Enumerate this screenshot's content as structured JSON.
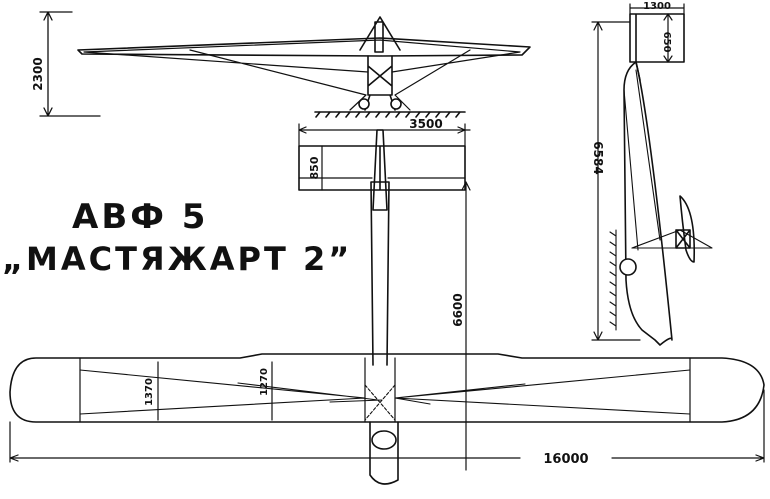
{
  "title": {
    "line1": "АВФ 5",
    "line2": "„МАСТЯЖАРТ 2”"
  },
  "dimensions": {
    "height": "2300",
    "tail_span": "3500",
    "tail_chord": "850",
    "fuselage_length": "6600",
    "wing_chord_outer": "1370",
    "wing_chord_inner": "1270",
    "wingspan": "16000",
    "side_top_width": "1300",
    "side_top_height": "650",
    "side_length": "6584"
  },
  "colors": {
    "ink": "#111111",
    "paper": "#ffffff"
  }
}
